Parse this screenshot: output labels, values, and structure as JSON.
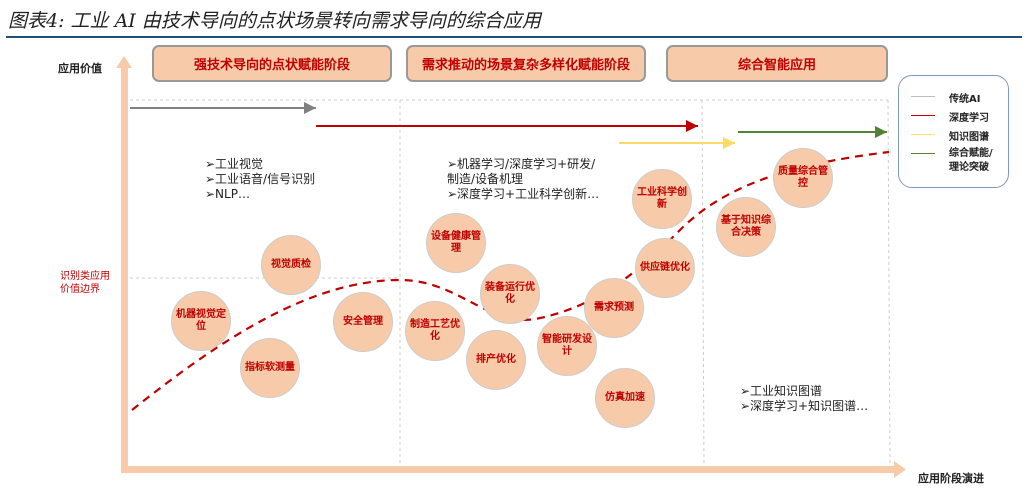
{
  "title": "图表4:  工业 AI 由技术导向的点状场景转向需求导向的综合应用",
  "stages": [
    "强技术导向的点状赋能阶段",
    "需求推动的场景复杂多样化赋能阶段",
    "综合智能应用"
  ],
  "y_axis_label": "应用价值",
  "x_axis_label": "应用阶段演进",
  "boundary_label": "识别类应用\n价值边界",
  "lists": {
    "stage1": "➢工业视觉\n➢工业语音/信号识别\n➢NLP…",
    "stage2": "➢机器学习/深度学习+研发/\n  制造/设备机理\n➢深度学习+工业科学创新…",
    "stage3": "➢工业知识图谱\n➢深度学习+知识图谱…"
  },
  "bubbles": [
    "视觉质检",
    "机器视觉定位",
    "指标软测量",
    "安全管理",
    "设备健康管理",
    "装备运行优化",
    "制造工艺优化",
    "排产优化",
    "智能研发设计",
    "需求预测",
    "工业科学创新",
    "供应链优化",
    "仿真加速",
    "基于知识综合决策",
    "质量综合管控"
  ],
  "legend": [
    {
      "label": "传统AI",
      "color": "#bfbfbf"
    },
    {
      "label": "深度学习",
      "color": "#c00000"
    },
    {
      "label": "知识图谱",
      "color": "#ffe066"
    },
    {
      "label": "综合赋能/理论突破",
      "color": "#548235"
    }
  ]
}
